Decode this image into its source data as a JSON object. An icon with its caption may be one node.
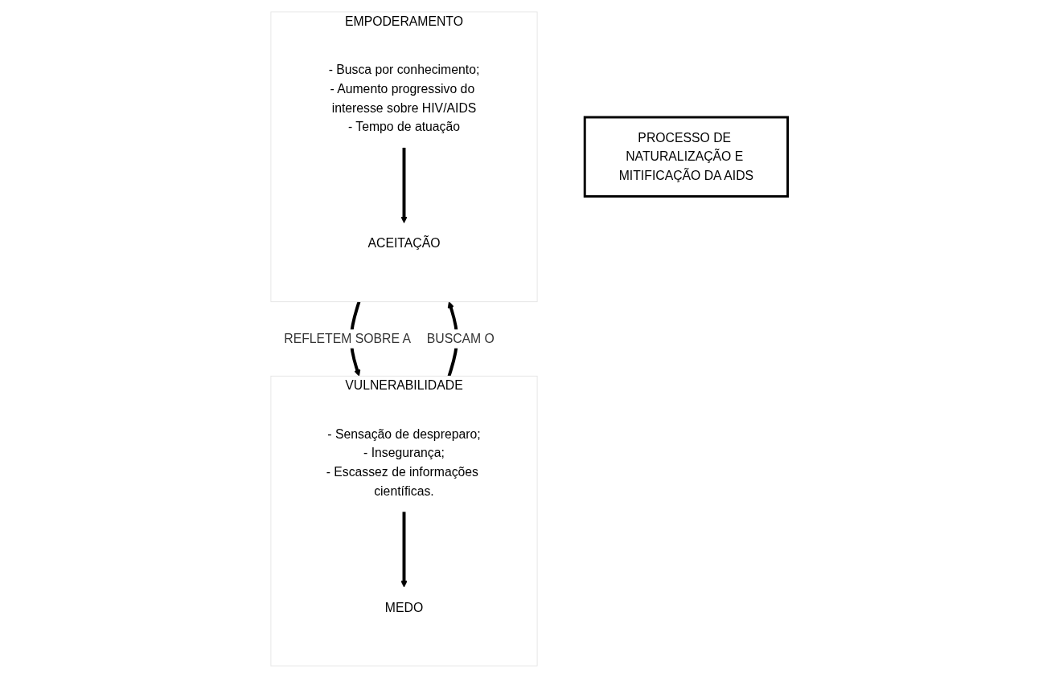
{
  "diagram": {
    "nodes": [
      {
        "text": [
          "VULNERABILIDADE"
        ]
      },
      {
        "text": [
          "- Sensação de despreparo;",
          "- Insegurança;",
          "- Escassez de informações científicas."
        ],
        "in": 0
      },
      {
        "text": [
          "MEDO"
        ],
        "in": 0
      },
      {
        "text": [
          "PROCESSO DE NATURALIZAÇÃO E MITIFICAÇÃO DA AIDS"
        ]
      },
      {
        "text": [
          "EMPODERAMENTO"
        ]
      },
      {
        "text": [
          "- Busca por conhecimento;",
          "- Aumento progressivo do interesse sobre HIV/AIDS",
          "- Tempo de atuação"
        ],
        "in": 4
      },
      {
        "text": [
          "ACEITAÇÃO"
        ],
        "in": 4
      }
    ],
    "edges": [
      {
        "from": 1,
        "to": 2,
        "arrow": "to"
      },
      {
        "from": 0,
        "to": 4,
        "arrow": "to",
        "label": "BUSCAM O"
      },
      {
        "from": 5,
        "to": 6,
        "arrow": "to"
      },
      {
        "from": 4,
        "to": 0,
        "arrow": "to",
        "label": "REFLETEM SOBRE A"
      }
    ]
  }
}
